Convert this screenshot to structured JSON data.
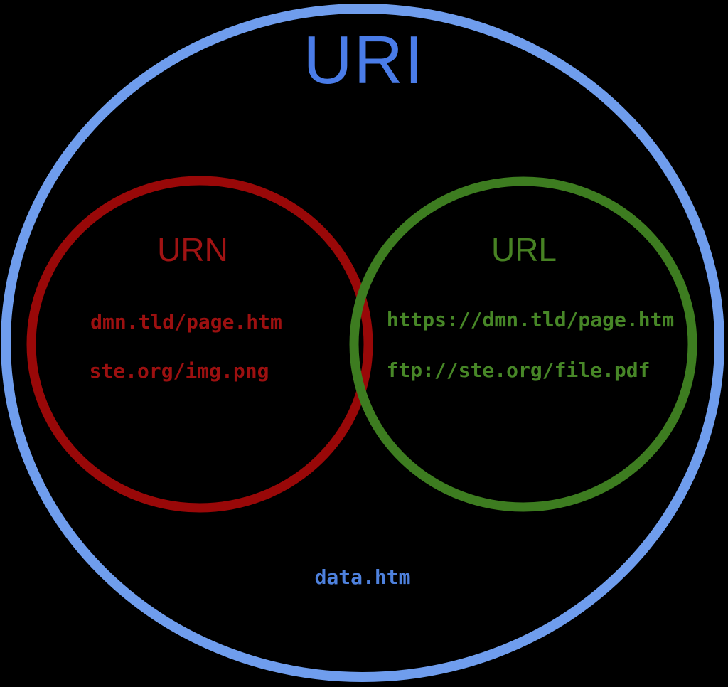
{
  "diagram": {
    "title": "URI",
    "background_color": "#000000",
    "outer_set": {
      "label": "URI",
      "circle_color": "#6f9ded",
      "label_color": "#4a7ce8",
      "example": "data.htm",
      "example_color": "#4e81dd"
    },
    "urn_set": {
      "label": "URN",
      "circle_color": "#990808",
      "label_color": "#a01313",
      "examples": [
        "dmn.tld/page.htm",
        "ste.org/img.png"
      ]
    },
    "url_set": {
      "label": "URL",
      "circle_color": "#3d7c20",
      "label_color": "#478223",
      "examples": [
        "https://dmn.tld/page.htm",
        "ftp://ste.org/file.pdf"
      ]
    }
  }
}
